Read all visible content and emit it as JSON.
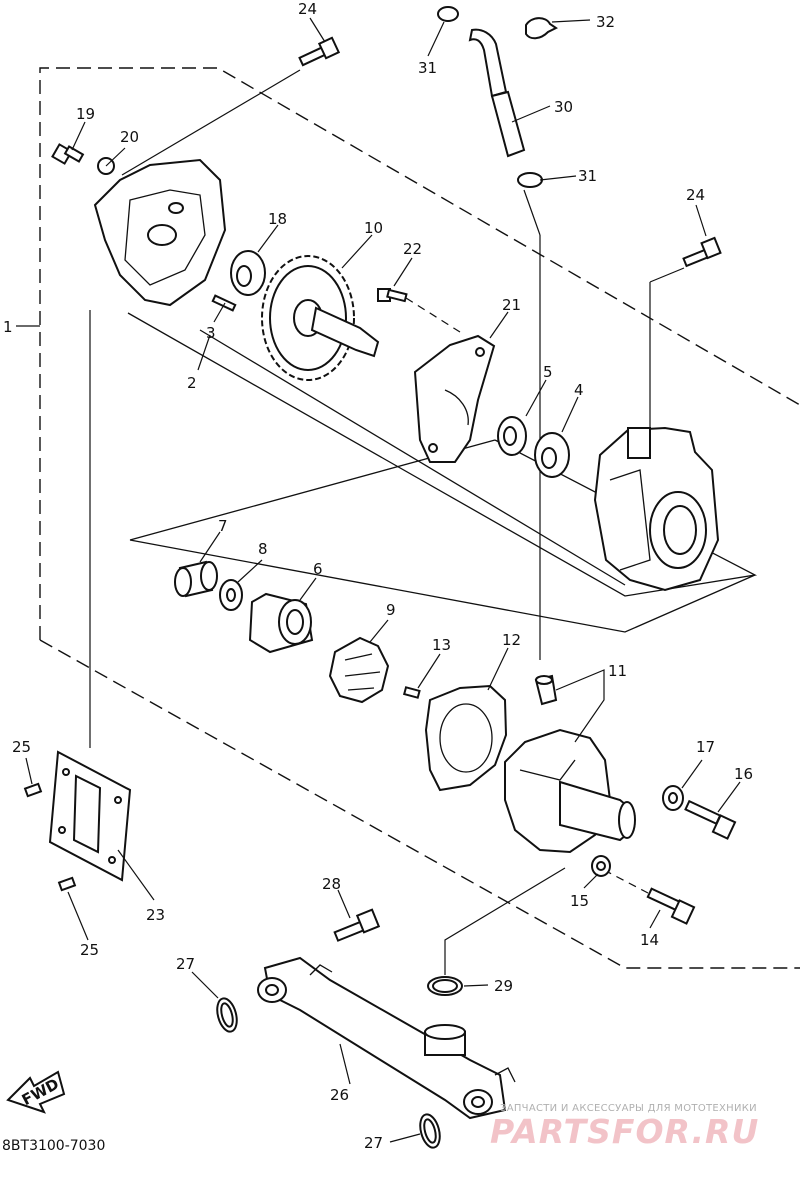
{
  "callouts": [
    {
      "key": "p24a",
      "text": "24"
    },
    {
      "key": "p31a",
      "text": "31"
    },
    {
      "key": "p32",
      "text": "32"
    },
    {
      "key": "p30",
      "text": "30"
    },
    {
      "key": "p19",
      "text": "19"
    },
    {
      "key": "p20",
      "text": "20"
    },
    {
      "key": "p31b",
      "text": "31"
    },
    {
      "key": "p24b",
      "text": "24"
    },
    {
      "key": "p18",
      "text": "18"
    },
    {
      "key": "p10",
      "text": "10"
    },
    {
      "key": "p22",
      "text": "22"
    },
    {
      "key": "p1",
      "text": "1"
    },
    {
      "key": "p21",
      "text": "21"
    },
    {
      "key": "p3",
      "text": "3"
    },
    {
      "key": "p2",
      "text": "2"
    },
    {
      "key": "p5",
      "text": "5"
    },
    {
      "key": "p4",
      "text": "4"
    },
    {
      "key": "p7",
      "text": "7"
    },
    {
      "key": "p8",
      "text": "8"
    },
    {
      "key": "p6",
      "text": "6"
    },
    {
      "key": "p9",
      "text": "9"
    },
    {
      "key": "p13",
      "text": "13"
    },
    {
      "key": "p12",
      "text": "12"
    },
    {
      "key": "p11",
      "text": "11"
    },
    {
      "key": "p25a",
      "text": "25"
    },
    {
      "key": "p17",
      "text": "17"
    },
    {
      "key": "p16",
      "text": "16"
    },
    {
      "key": "p15",
      "text": "15"
    },
    {
      "key": "p23",
      "text": "23"
    },
    {
      "key": "p28",
      "text": "28"
    },
    {
      "key": "p14",
      "text": "14"
    },
    {
      "key": "p25b",
      "text": "25"
    },
    {
      "key": "p27a",
      "text": "27"
    },
    {
      "key": "p29",
      "text": "29"
    },
    {
      "key": "p26",
      "text": "26"
    },
    {
      "key": "p27b",
      "text": "27"
    }
  ],
  "fwd_label": "FWD",
  "diagram_code": "8BT3100-7030",
  "watermark": {
    "tagline": "ЗАПЧАСТИ И АКСЕССУАРЫ ДЛЯ МОТОТЕХНИКИ",
    "logo_text": "PARTSFOR.RU",
    "color": "#f2c3c8"
  }
}
